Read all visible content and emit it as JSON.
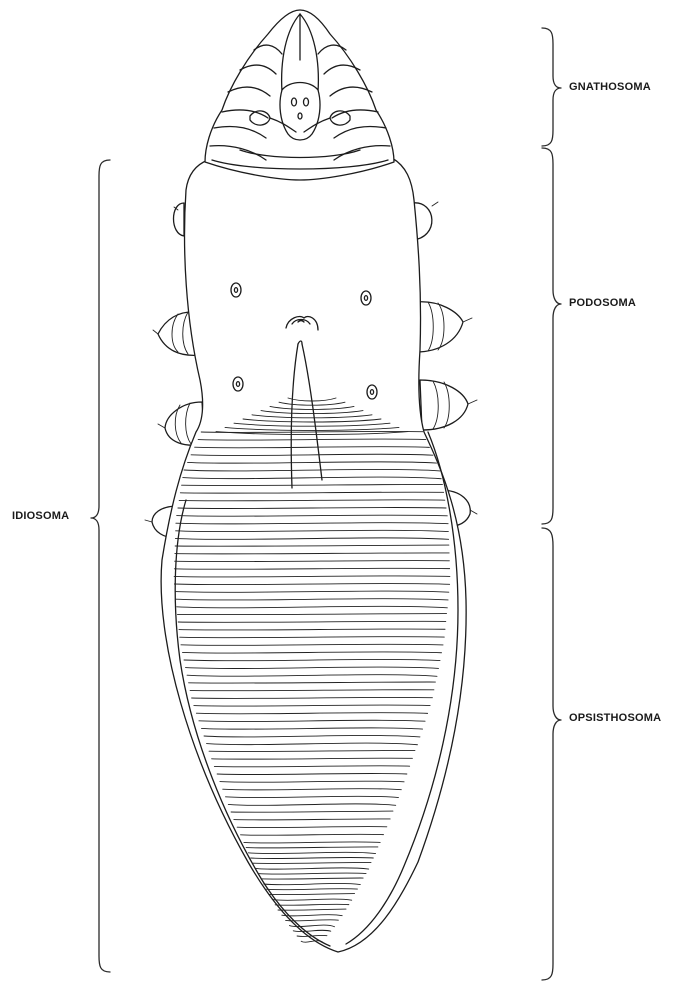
{
  "labels": {
    "gnathosoma": "GNATHOSOMA",
    "podosoma": "PODOSOMA",
    "opisthosoma": "OPSISTHOSOMA",
    "idiosoma": "IDIOSOMA"
  },
  "colors": {
    "ink": "#1c1c1c",
    "background": "#ffffff"
  }
}
